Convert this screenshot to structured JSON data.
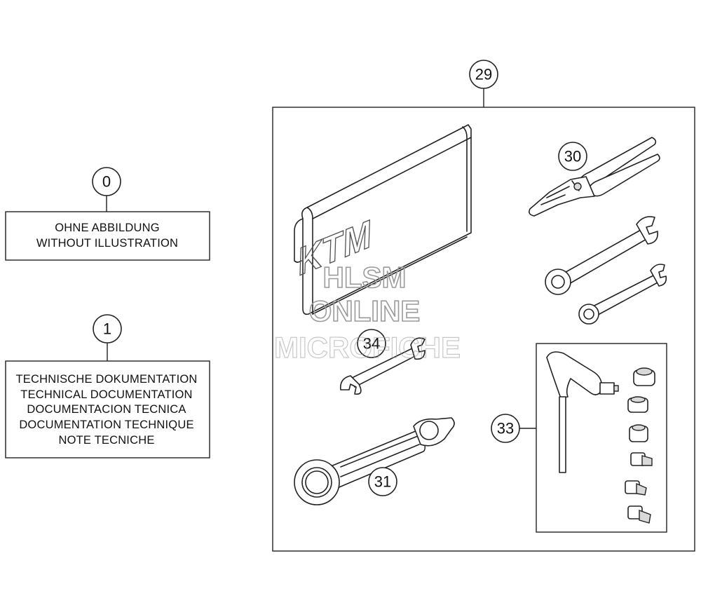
{
  "callouts": {
    "c0": "0",
    "c1": "1",
    "c29": "29",
    "c30": "30",
    "c31": "31",
    "c33": "33",
    "c34": "34"
  },
  "box0": {
    "line1": "OHNE ABBILDUNG",
    "line2": "WITHOUT ILLUSTRATION"
  },
  "box1": {
    "line1": "TECHNISCHE DOKUMENTATION",
    "line2": "TECHNICAL DOCUMENTATION",
    "line3": "DOCUMENTACION TECNICA",
    "line4": "DOCUMENTATION TECHNIQUE",
    "line5": "NOTE TECNICHE"
  },
  "watermark": {
    "line1": "HLSM",
    "line2": "ONLINE",
    "line3": "MICROFICHE",
    "color": "#9a9a9a"
  },
  "logo_text": "KTM",
  "icons": {
    "manual": "manual-folder-icon",
    "pliers": "pliers-icon",
    "wrench": "open-end-wrench-icon",
    "spanner": "combination-spanner-icon",
    "tbar": "t-handle-driver-icon",
    "bits": "socket-bit-icon"
  },
  "colors": {
    "line": "#222222",
    "background": "#ffffff"
  }
}
